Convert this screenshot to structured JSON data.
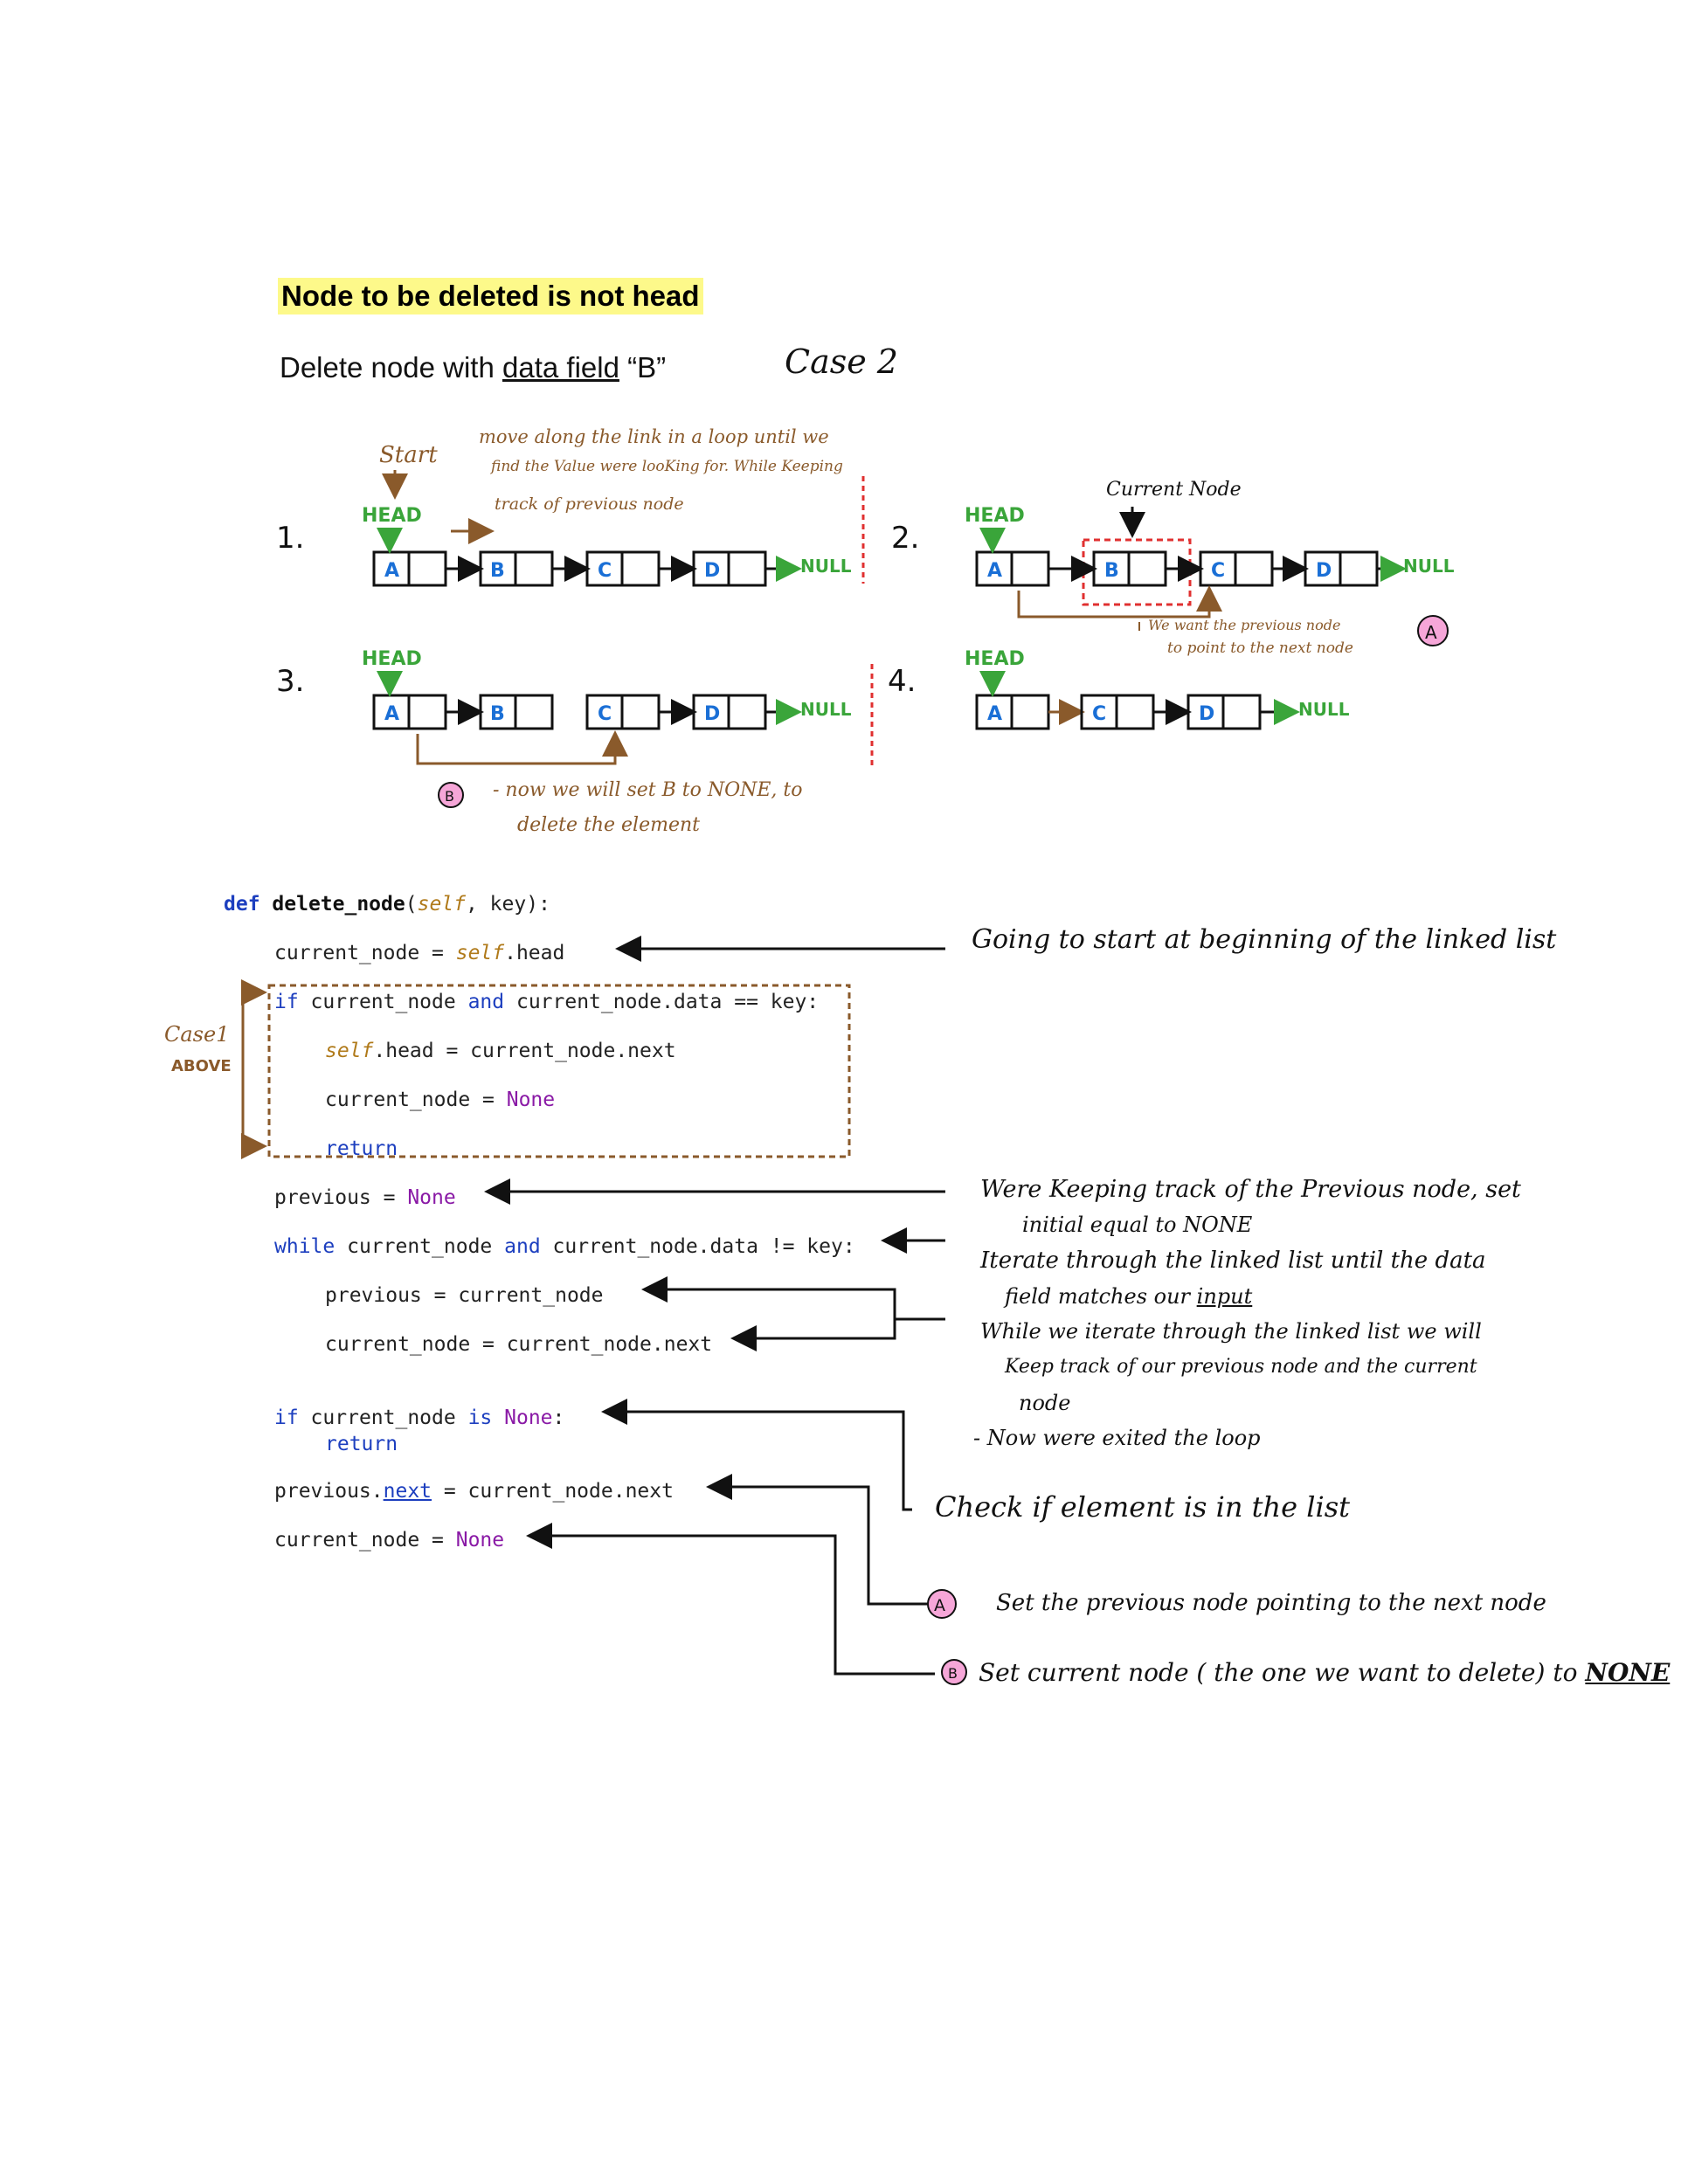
{
  "title": "Node to be deleted is not head",
  "subtitle": {
    "prefix": "Delete node with ",
    "field": "data field",
    "suffix": " “B”"
  },
  "case_label": "Case 2",
  "step_numbers": [
    "1.",
    "2.",
    "3.",
    "4."
  ],
  "head_label": "HEAD",
  "null_label": "NULL",
  "start_label": "Start",
  "current_node_label": "Current Node",
  "nodes": {
    "a": "A",
    "b": "B",
    "c": "C",
    "d": "D"
  },
  "step1_note": [
    "move along the link in a loop until we",
    "find the Value were looKing for. While Keeping",
    "track of previous node"
  ],
  "step2_note": [
    "We want the previous node",
    "to point to the next node"
  ],
  "step3_note": [
    "- now we will set  B to NONE, to",
    "delete the element"
  ],
  "marker_a": "A",
  "marker_b": "B",
  "case1_label": [
    "Case1",
    "ABOVE"
  ],
  "code": {
    "def_kw": "def",
    "fn_name": "delete_node",
    "self_kw": "self",
    "params_rest": ", key):",
    "line2_a": "current_node = ",
    "line2_b": ".head",
    "if_kw": "if",
    "line3_a": " current_node ",
    "and_kw": "and",
    "line3_b": " current_node.data == key:",
    "line4_b": ".head = current_node.next",
    "line5_a": "current_node = ",
    "none_kw": "None",
    "return_kw": "return",
    "line7_a": "previous = ",
    "while_kw": "while",
    "line8_b": " current_node.data != key:",
    "line9": "previous = current_node",
    "line10": "current_node = current_node.next",
    "line11_a": " current_node ",
    "is_kw": "is",
    "line11_b": ":",
    "line13_a": "previous.",
    "next_attr": "next",
    "line13_b": " = current_node.next",
    "line14_a": "current_node = "
  },
  "annotations": {
    "going": "Going to start at beginning of the linked list",
    "tracking1": "Were Keeping track of the Previous node, set",
    "tracking2": "initial equal to NONE",
    "iterate1": "Iterate through the linked list until the data",
    "iterate2": "field matches our",
    "iterate2_ul": "input",
    "while1": "While we iterate through the linked list we will",
    "while2": "Keep track of our previous node and the current",
    "while3": "node",
    "exited": "- Now were exited the loop",
    "check": "Check if element is in the list",
    "set_prev": "Set the previous node pointing to the next node",
    "set_cur": "Set current node ( the one we want to delete) to",
    "set_cur_ul": "NONE"
  }
}
